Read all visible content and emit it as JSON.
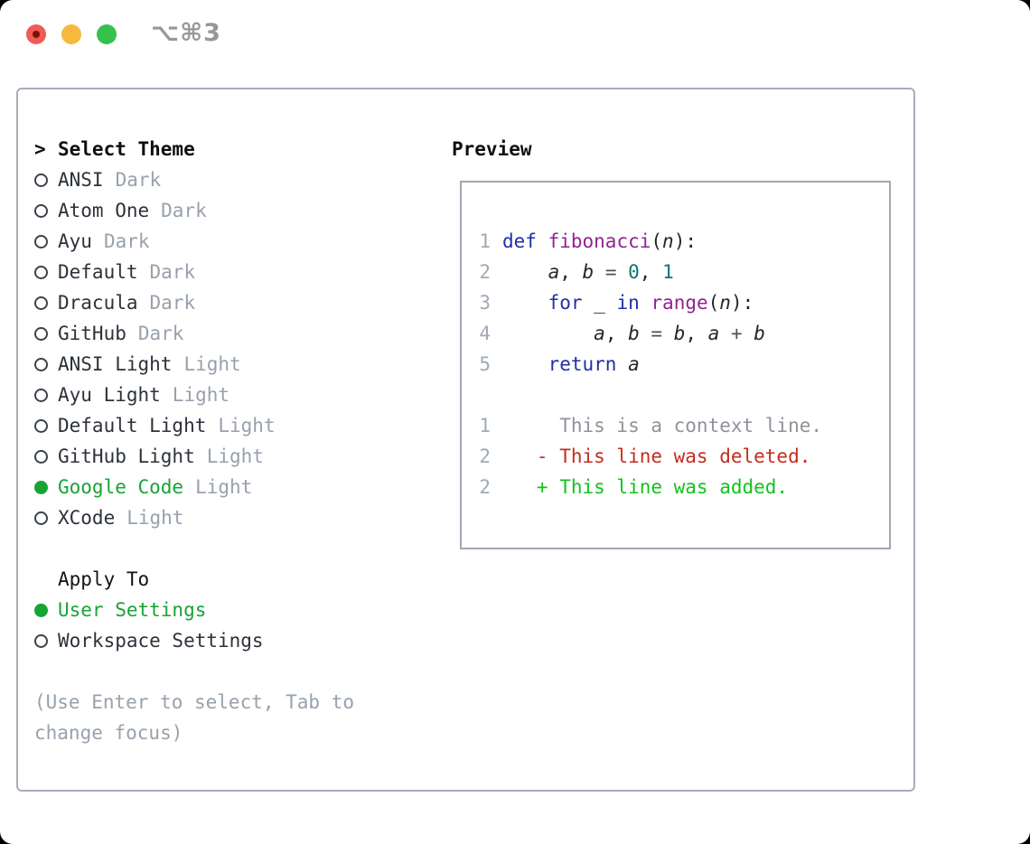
{
  "window": {
    "title": "⌥⌘3"
  },
  "titlebar_icons": [
    "close-traffic-light",
    "minimize-traffic-light",
    "zoom-traffic-light"
  ],
  "theme_picker": {
    "header_marker": ">",
    "header": "Select Theme",
    "items": [
      {
        "name": "ANSI",
        "variant": "Dark",
        "selected": false
      },
      {
        "name": "Atom One",
        "variant": "Dark",
        "selected": false
      },
      {
        "name": "Ayu",
        "variant": "Dark",
        "selected": false
      },
      {
        "name": "Default",
        "variant": "Dark",
        "selected": false
      },
      {
        "name": "Dracula",
        "variant": "Dark",
        "selected": false
      },
      {
        "name": "GitHub",
        "variant": "Dark",
        "selected": false
      },
      {
        "name": "ANSI Light",
        "variant": "Light",
        "selected": false
      },
      {
        "name": "Ayu Light",
        "variant": "Light",
        "selected": false
      },
      {
        "name": "Default Light",
        "variant": "Light",
        "selected": false
      },
      {
        "name": "GitHub Light",
        "variant": "Light",
        "selected": false
      },
      {
        "name": "Google Code",
        "variant": "Light",
        "selected": true
      },
      {
        "name": "XCode",
        "variant": "Light",
        "selected": false
      }
    ],
    "apply_to": {
      "header": "Apply To",
      "options": [
        {
          "label": "User Settings",
          "selected": true
        },
        {
          "label": "Workspace Settings",
          "selected": false
        }
      ]
    },
    "hint": "(Use Enter to select, Tab to change focus)"
  },
  "preview": {
    "header": "Preview",
    "code_lines": [
      {
        "number": "1",
        "tokens": [
          {
            "t": "def",
            "c": "kw"
          },
          {
            "t": " ",
            "c": "pl"
          },
          {
            "t": "fibonacci",
            "c": "fn"
          },
          {
            "t": "(",
            "c": "pl"
          },
          {
            "t": "n",
            "c": "var"
          },
          {
            "t": "):",
            "c": "pl"
          }
        ]
      },
      {
        "number": "2",
        "tokens": [
          {
            "t": "    ",
            "c": "pl"
          },
          {
            "t": "a",
            "c": "var"
          },
          {
            "t": ", ",
            "c": "pl"
          },
          {
            "t": "b",
            "c": "var"
          },
          {
            "t": " = ",
            "c": "op"
          },
          {
            "t": "0",
            "c": "num"
          },
          {
            "t": ", ",
            "c": "pl"
          },
          {
            "t": "1",
            "c": "num"
          }
        ]
      },
      {
        "number": "3",
        "tokens": [
          {
            "t": "    ",
            "c": "pl"
          },
          {
            "t": "for",
            "c": "kw"
          },
          {
            "t": " _ ",
            "c": "pl"
          },
          {
            "t": "in",
            "c": "kw"
          },
          {
            "t": " ",
            "c": "pl"
          },
          {
            "t": "range",
            "c": "fn"
          },
          {
            "t": "(",
            "c": "pl"
          },
          {
            "t": "n",
            "c": "var"
          },
          {
            "t": "):",
            "c": "pl"
          }
        ]
      },
      {
        "number": "4",
        "tokens": [
          {
            "t": "        ",
            "c": "pl"
          },
          {
            "t": "a",
            "c": "var"
          },
          {
            "t": ", ",
            "c": "pl"
          },
          {
            "t": "b",
            "c": "var"
          },
          {
            "t": " = ",
            "c": "op"
          },
          {
            "t": "b",
            "c": "var"
          },
          {
            "t": ", ",
            "c": "pl"
          },
          {
            "t": "a",
            "c": "var"
          },
          {
            "t": " + ",
            "c": "op"
          },
          {
            "t": "b",
            "c": "var"
          }
        ]
      },
      {
        "number": "5",
        "tokens": [
          {
            "t": "    ",
            "c": "pl"
          },
          {
            "t": "return",
            "c": "kw"
          },
          {
            "t": " ",
            "c": "pl"
          },
          {
            "t": "a",
            "c": "var"
          }
        ]
      }
    ],
    "diff_lines": [
      {
        "number": "1",
        "marker": "",
        "text": "This is a context line.",
        "type": "context"
      },
      {
        "number": "2",
        "marker": "-",
        "text": "This line was deleted.",
        "type": "deleted"
      },
      {
        "number": "2",
        "marker": "+",
        "text": "This line was added.",
        "type": "added"
      }
    ]
  },
  "colors": {
    "accent_green": "#17a434",
    "added_green": "#12c21d",
    "deleted_red": "#c52d1d",
    "context_gray": "#8e939a",
    "muted_gray": "#98a1ac",
    "line_number": "#9fa9b6",
    "keyword_blue": "#2030a6",
    "function_purple": "#8f2490",
    "number_teal": "#0b7477",
    "text_dark": "#2d323a",
    "border_gray": "#a6aeb9",
    "traffic_red": "#f05c55",
    "traffic_yellow": "#f6b93e",
    "traffic_green": "#35c14c"
  }
}
